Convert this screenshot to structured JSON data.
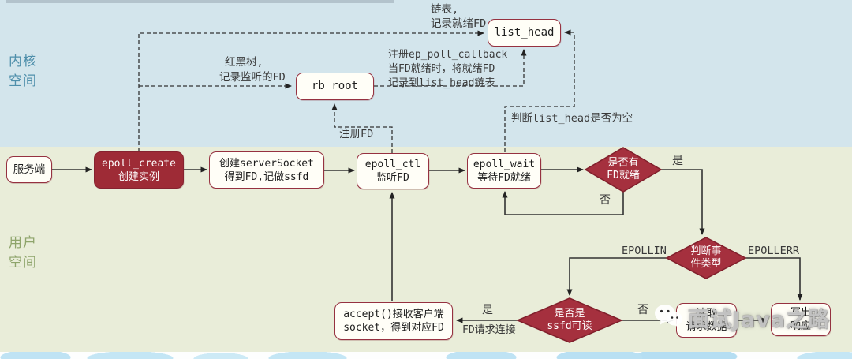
{
  "regions": {
    "kernel_line1": "内核",
    "kernel_line2": "空间",
    "user_line1": "用户",
    "user_line2": "空间"
  },
  "nodes": {
    "server": {
      "label": "服务端"
    },
    "epoll_create": {
      "line1": "epoll_create",
      "line2": "创建实例"
    },
    "create_socket": {
      "line1": "创建serverSocket",
      "line2": "得到FD,记做ssfd"
    },
    "epoll_ctl": {
      "line1": "epoll_ctl",
      "line2": "监听FD"
    },
    "epoll_wait": {
      "line1": "epoll_wait",
      "line2": "等待FD就绪"
    },
    "rb_root": {
      "label": "rb_root"
    },
    "list_head": {
      "label": "list_head"
    },
    "accept": {
      "line1": "accept()接收客户端",
      "line2": "socket，得到对应FD"
    },
    "read_data": {
      "line1": "读取",
      "line2": "请求数据"
    },
    "write_resp": {
      "line1": "写出",
      "line2": "响应"
    }
  },
  "decisions": {
    "fd_ready": {
      "line1": "是否有",
      "line2": "FD就绪"
    },
    "event_type": {
      "line1": "判断事",
      "line2": "件类型"
    },
    "is_ssfd": {
      "line1": "是否是",
      "line2": "ssfd可读"
    }
  },
  "edges": {
    "linked_list_1": "链表,",
    "linked_list_2": "记录就绪FD",
    "rbtree_1": "红黑树,",
    "rbtree_2": "记录监听的FD",
    "callback_1": "注册ep_poll_callback",
    "callback_2": "当FD就绪时，将就绪FD",
    "callback_3": "记录到list_head链表",
    "register_fd": "注册FD",
    "check_list_head": "判断list_head是否为空",
    "yes_fd_ready": "是",
    "no_fd_ready": "否",
    "epollin": "EPOLLIN",
    "epollerr": "EPOLLERR",
    "yes_ssfd": "是",
    "fd_connect": "FD请求连接",
    "no_ssfd": "否"
  },
  "watermark": {
    "icon": "wechat-icon",
    "text": "面试Java之路"
  },
  "colors": {
    "kernel_bg": "#d3e5ec",
    "user_bg": "#e9edd9",
    "node_red": "#9e2b36",
    "diamond_red": "#a5303e",
    "node_border": "#963140",
    "kernel_label": "#4f8fab",
    "user_label": "#8ea46b",
    "line": "#333333"
  }
}
